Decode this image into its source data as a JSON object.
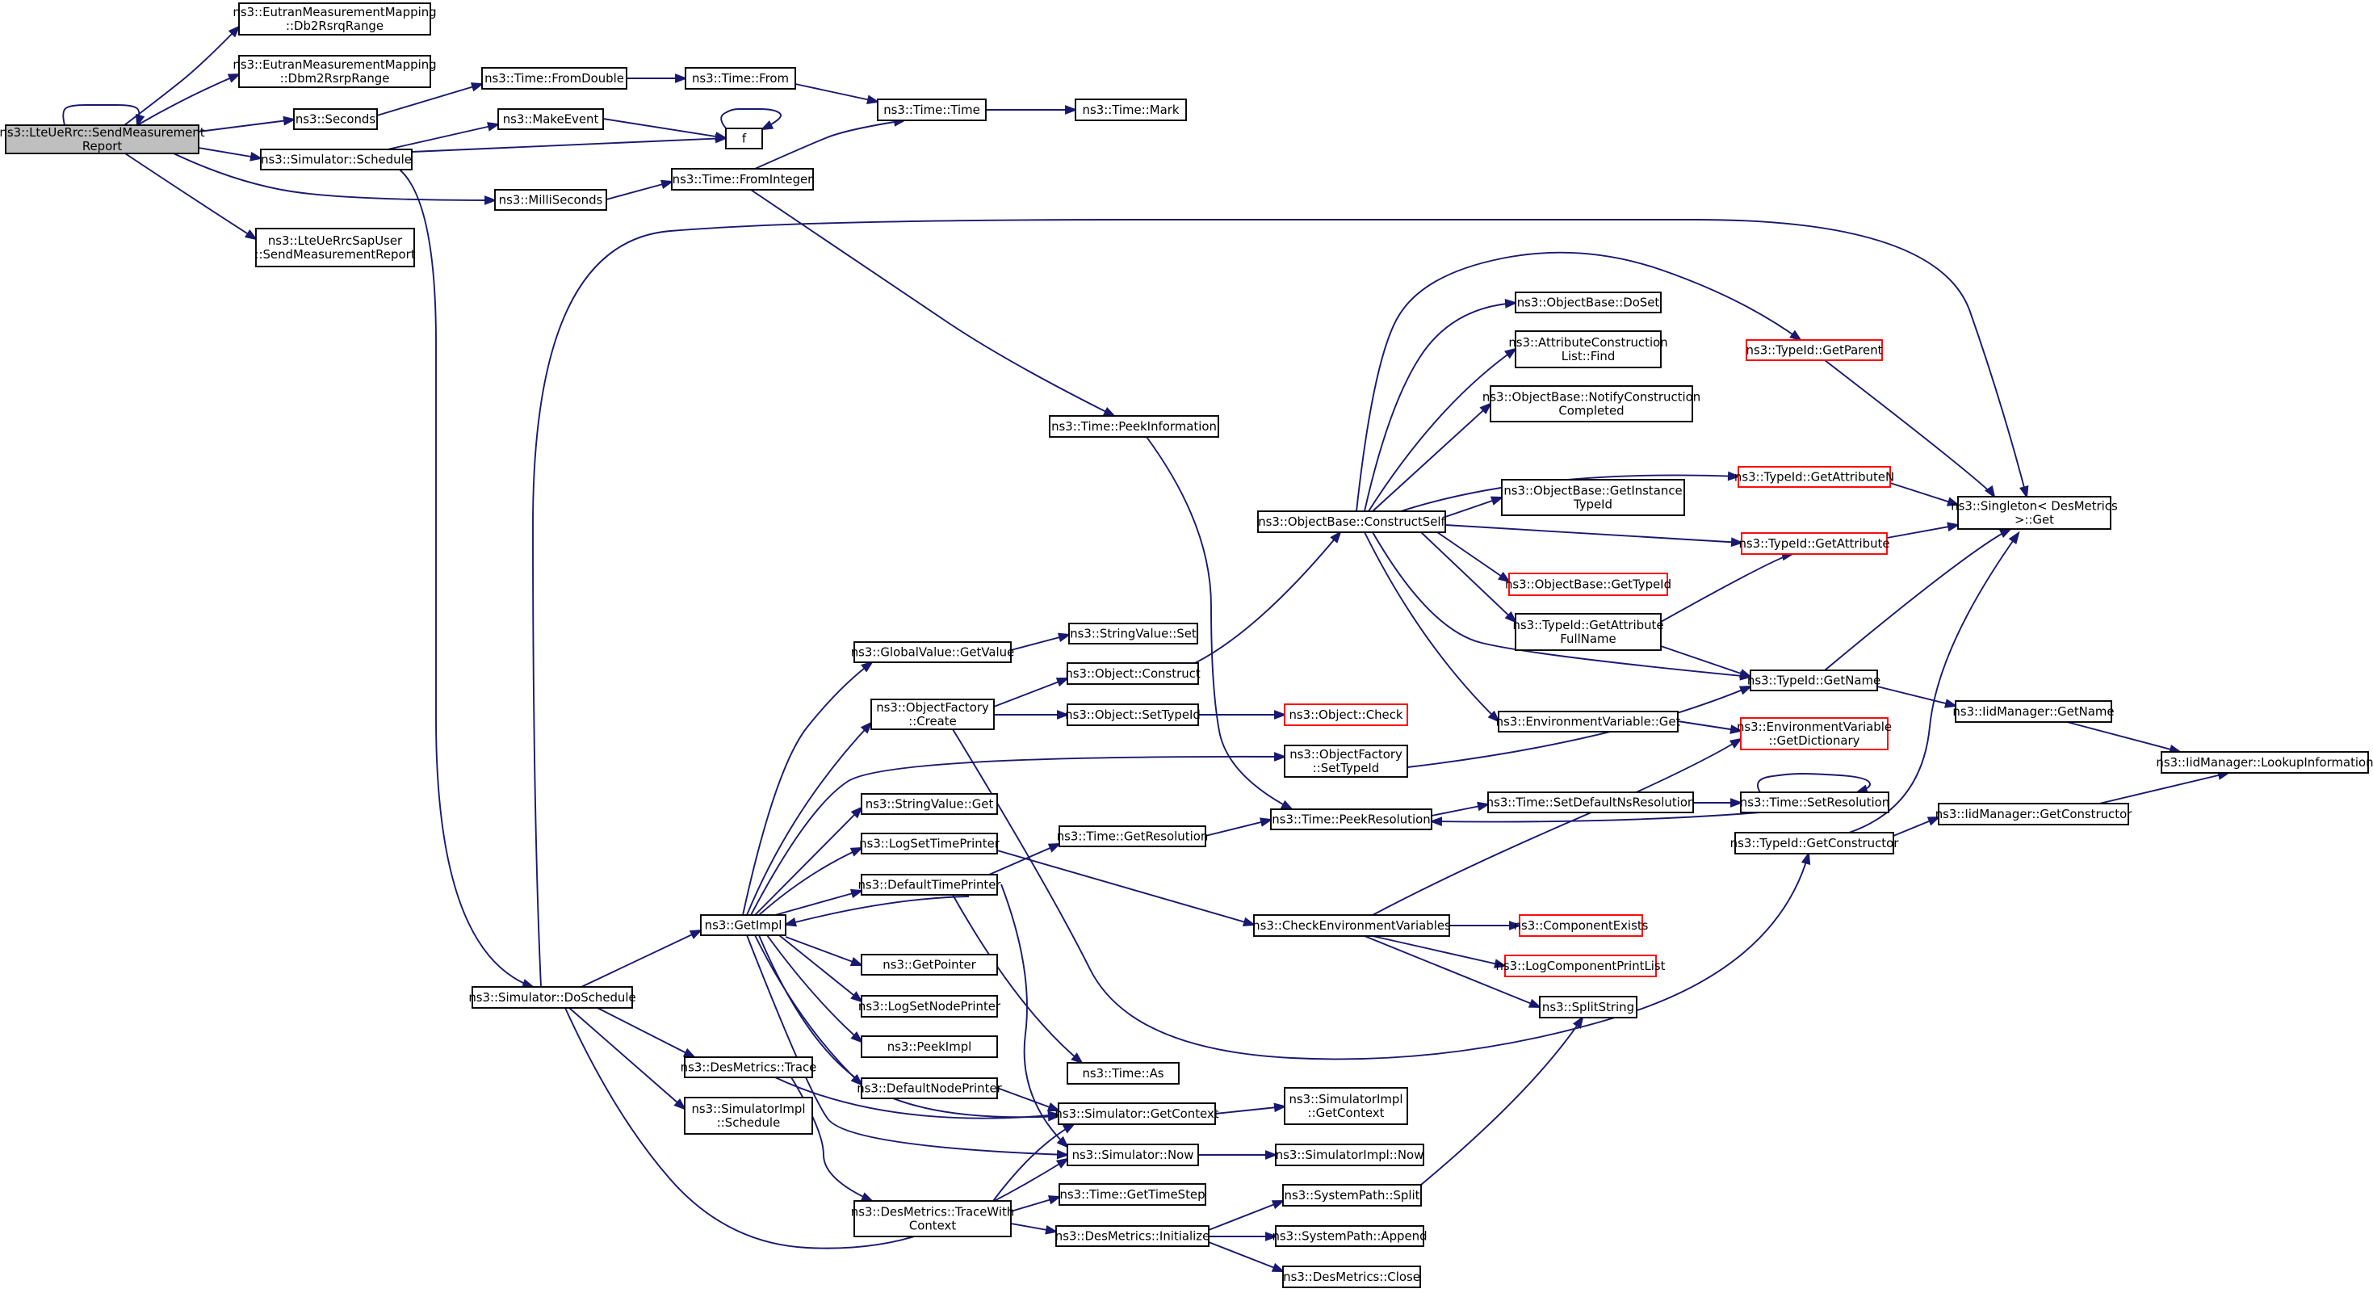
{
  "colors": {
    "edge": "#191970",
    "box_border": "#000000",
    "box_truncated_border": "#ff0000",
    "root_fill": "#bfbfbf",
    "box_fill": "#ffffff",
    "text": "#000000"
  },
  "nodes": [
    {
      "id": "n_root",
      "lines": [
        "ns3::LteUeRrc::SendMeasurement",
        "Report"
      ],
      "kind": "root"
    },
    {
      "id": "n_db2rsrq",
      "lines": [
        "ns3::EutranMeasurementMapping",
        "::Db2RsrqRange"
      ],
      "kind": "normal"
    },
    {
      "id": "n_dbm2rsrp",
      "lines": [
        "ns3::EutranMeasurementMapping",
        "::Dbm2RsrpRange"
      ],
      "kind": "normal"
    },
    {
      "id": "n_seconds",
      "lines": [
        "ns3::Seconds"
      ],
      "kind": "normal"
    },
    {
      "id": "n_schedule",
      "lines": [
        "ns3::Simulator::Schedule"
      ],
      "kind": "normal"
    },
    {
      "id": "n_milliseconds",
      "lines": [
        "ns3::MilliSeconds"
      ],
      "kind": "normal"
    },
    {
      "id": "n_sapuser",
      "lines": [
        "ns3::LteUeRrcSapUser",
        "::SendMeasurementReport"
      ],
      "kind": "normal"
    },
    {
      "id": "n_fromdouble",
      "lines": [
        "ns3::Time::FromDouble"
      ],
      "kind": "normal"
    },
    {
      "id": "n_from",
      "lines": [
        "ns3::Time::From"
      ],
      "kind": "normal"
    },
    {
      "id": "n_time",
      "lines": [
        "ns3::Time::Time"
      ],
      "kind": "normal"
    },
    {
      "id": "n_mark",
      "lines": [
        "ns3::Time::Mark"
      ],
      "kind": "normal"
    },
    {
      "id": "n_makeevent",
      "lines": [
        "ns3::MakeEvent"
      ],
      "kind": "normal"
    },
    {
      "id": "n_f",
      "lines": [
        "f"
      ],
      "kind": "normal"
    },
    {
      "id": "n_frominteger",
      "lines": [
        "ns3::Time::FromInteger"
      ],
      "kind": "normal"
    },
    {
      "id": "n_peekinfo",
      "lines": [
        "ns3::Time::PeekInformation"
      ],
      "kind": "normal"
    },
    {
      "id": "n_doschedule",
      "lines": [
        "ns3::Simulator::DoSchedule"
      ],
      "kind": "normal"
    },
    {
      "id": "n_getimpl",
      "lines": [
        "ns3::GetImpl"
      ],
      "kind": "normal"
    },
    {
      "id": "n_gv_getvalue",
      "lines": [
        "ns3::GlobalValue::GetValue"
      ],
      "kind": "normal"
    },
    {
      "id": "n_sv_set",
      "lines": [
        "ns3::StringValue::Set"
      ],
      "kind": "normal"
    },
    {
      "id": "n_of_create",
      "lines": [
        "ns3::ObjectFactory",
        "::Create"
      ],
      "kind": "normal"
    },
    {
      "id": "n_obj_construct",
      "lines": [
        "ns3::Object::Construct"
      ],
      "kind": "normal"
    },
    {
      "id": "n_obj_settypeid",
      "lines": [
        "ns3::Object::SetTypeId"
      ],
      "kind": "normal"
    },
    {
      "id": "n_obj_check",
      "lines": [
        "ns3::Object::Check"
      ],
      "kind": "truncated"
    },
    {
      "id": "n_of_settypeid",
      "lines": [
        "ns3::ObjectFactory",
        "::SetTypeId"
      ],
      "kind": "normal"
    },
    {
      "id": "n_sv_get",
      "lines": [
        "ns3::StringValue::Get"
      ],
      "kind": "normal"
    },
    {
      "id": "n_logsettime",
      "lines": [
        "ns3::LogSetTimePrinter"
      ],
      "kind": "normal"
    },
    {
      "id": "n_deftimeprinter",
      "lines": [
        "ns3::DefaultTimePrinter"
      ],
      "kind": "normal"
    },
    {
      "id": "n_getpointer",
      "lines": [
        "ns3::GetPointer"
      ],
      "kind": "normal"
    },
    {
      "id": "n_logsetnode",
      "lines": [
        "ns3::LogSetNodePrinter"
      ],
      "kind": "normal"
    },
    {
      "id": "n_peekimpl",
      "lines": [
        "ns3::PeekImpl"
      ],
      "kind": "normal"
    },
    {
      "id": "n_defnodeprinter",
      "lines": [
        "ns3::DefaultNodePrinter"
      ],
      "kind": "normal"
    },
    {
      "id": "n_getresolution",
      "lines": [
        "ns3::Time::GetResolution"
      ],
      "kind": "normal"
    },
    {
      "id": "n_peekresolution",
      "lines": [
        "ns3::Time::PeekResolution"
      ],
      "kind": "normal"
    },
    {
      "id": "n_setdefns",
      "lines": [
        "ns3::Time::SetDefaultNsResolution"
      ],
      "kind": "normal"
    },
    {
      "id": "n_setresolution",
      "lines": [
        "ns3::Time::SetResolution"
      ],
      "kind": "normal"
    },
    {
      "id": "n_checkenv",
      "lines": [
        "ns3::CheckEnvironmentVariables"
      ],
      "kind": "normal"
    },
    {
      "id": "n_compexists",
      "lines": [
        "ns3::ComponentExists"
      ],
      "kind": "truncated"
    },
    {
      "id": "n_logcompprint",
      "lines": [
        "ns3::LogComponentPrintList"
      ],
      "kind": "truncated"
    },
    {
      "id": "n_splitstring",
      "lines": [
        "ns3::SplitString"
      ],
      "kind": "normal"
    },
    {
      "id": "n_time_as",
      "lines": [
        "ns3::Time::As"
      ],
      "kind": "normal"
    },
    {
      "id": "n_getcontext",
      "lines": [
        "ns3::Simulator::GetContext"
      ],
      "kind": "normal"
    },
    {
      "id": "n_simimpl_getcontext",
      "lines": [
        "ns3::SimulatorImpl",
        "::GetContext"
      ],
      "kind": "normal"
    },
    {
      "id": "n_now",
      "lines": [
        "ns3::Simulator::Now"
      ],
      "kind": "normal"
    },
    {
      "id": "n_simimpl_now",
      "lines": [
        "ns3::SimulatorImpl::Now"
      ],
      "kind": "normal"
    },
    {
      "id": "n_desmetrics_trace",
      "lines": [
        "ns3::DesMetrics::Trace"
      ],
      "kind": "normal"
    },
    {
      "id": "n_simimpl_schedule",
      "lines": [
        "ns3::SimulatorImpl",
        "::Schedule"
      ],
      "kind": "normal"
    },
    {
      "id": "n_tracewithcontext",
      "lines": [
        "ns3::DesMetrics::TraceWith",
        "Context"
      ],
      "kind": "normal"
    },
    {
      "id": "n_gettimestep",
      "lines": [
        "ns3::Time::GetTimeStep"
      ],
      "kind": "normal"
    },
    {
      "id": "n_dm_initialize",
      "lines": [
        "ns3::DesMetrics::Initialize"
      ],
      "kind": "normal"
    },
    {
      "id": "n_sp_split",
      "lines": [
        "ns3::SystemPath::Split"
      ],
      "kind": "normal"
    },
    {
      "id": "n_sp_append",
      "lines": [
        "ns3::SystemPath::Append"
      ],
      "kind": "normal"
    },
    {
      "id": "n_dm_close",
      "lines": [
        "ns3::DesMetrics::Close"
      ],
      "kind": "normal"
    },
    {
      "id": "n_constructself",
      "lines": [
        "ns3::ObjectBase::ConstructSelf"
      ],
      "kind": "normal"
    },
    {
      "id": "n_ob_doset",
      "lines": [
        "ns3::ObjectBase::DoSet"
      ],
      "kind": "normal"
    },
    {
      "id": "n_acl_find",
      "lines": [
        "ns3::AttributeConstruction",
        "List::Find"
      ],
      "kind": "normal"
    },
    {
      "id": "n_ob_notify",
      "lines": [
        "ns3::ObjectBase::NotifyConstruction",
        "Completed"
      ],
      "kind": "normal"
    },
    {
      "id": "n_ob_getinstance",
      "lines": [
        "ns3::ObjectBase::GetInstance",
        "TypeId"
      ],
      "kind": "normal"
    },
    {
      "id": "n_ob_gettypeid",
      "lines": [
        "ns3::ObjectBase::GetTypeId"
      ],
      "kind": "truncated"
    },
    {
      "id": "n_tid_getattrfull",
      "lines": [
        "ns3::TypeId::GetAttribute",
        "FullName"
      ],
      "kind": "normal"
    },
    {
      "id": "n_env_get",
      "lines": [
        "ns3::EnvironmentVariable::Get"
      ],
      "kind": "normal"
    },
    {
      "id": "n_tid_getparent",
      "lines": [
        "ns3::TypeId::GetParent"
      ],
      "kind": "truncated"
    },
    {
      "id": "n_tid_getattrn",
      "lines": [
        "ns3::TypeId::GetAttributeN"
      ],
      "kind": "truncated"
    },
    {
      "id": "n_tid_getattr",
      "lines": [
        "ns3::TypeId::GetAttribute"
      ],
      "kind": "truncated"
    },
    {
      "id": "n_tid_getname",
      "lines": [
        "ns3::TypeId::GetName"
      ],
      "kind": "normal"
    },
    {
      "id": "n_env_getdict",
      "lines": [
        "ns3::EnvironmentVariable",
        "::GetDictionary"
      ],
      "kind": "truncated"
    },
    {
      "id": "n_tid_getconstructor",
      "lines": [
        "ns3::TypeId::GetConstructor"
      ],
      "kind": "normal"
    },
    {
      "id": "n_singleton_get",
      "lines": [
        "ns3::Singleton< DesMetrics",
        " >::Get"
      ],
      "kind": "normal"
    },
    {
      "id": "n_iid_getname",
      "lines": [
        "ns3::IidManager::GetName"
      ],
      "kind": "normal"
    },
    {
      "id": "n_iid_getconstructor",
      "lines": [
        "ns3::IidManager::GetConstructor"
      ],
      "kind": "normal"
    },
    {
      "id": "n_iid_lookup",
      "lines": [
        "ns3::IidManager::LookupInformation"
      ],
      "kind": "normal"
    }
  ],
  "edges": [
    [
      "n_root",
      "n_root"
    ],
    [
      "n_root",
      "n_db2rsrq"
    ],
    [
      "n_root",
      "n_dbm2rsrp"
    ],
    [
      "n_root",
      "n_seconds"
    ],
    [
      "n_root",
      "n_schedule"
    ],
    [
      "n_root",
      "n_milliseconds"
    ],
    [
      "n_root",
      "n_sapuser"
    ],
    [
      "n_seconds",
      "n_fromdouble"
    ],
    [
      "n_fromdouble",
      "n_from"
    ],
    [
      "n_from",
      "n_time"
    ],
    [
      "n_time",
      "n_mark"
    ],
    [
      "n_schedule",
      "n_makeevent"
    ],
    [
      "n_schedule",
      "n_f"
    ],
    [
      "n_schedule",
      "n_doschedule"
    ],
    [
      "n_makeevent",
      "n_f"
    ],
    [
      "n_f",
      "n_f"
    ],
    [
      "n_milliseconds",
      "n_frominteger"
    ],
    [
      "n_frominteger",
      "n_time"
    ],
    [
      "n_frominteger",
      "n_peekinfo"
    ],
    [
      "n_peekinfo",
      "n_peekresolution"
    ],
    [
      "n_doschedule",
      "n_singleton_get"
    ],
    [
      "n_doschedule",
      "n_getimpl"
    ],
    [
      "n_doschedule",
      "n_desmetrics_trace"
    ],
    [
      "n_doschedule",
      "n_simimpl_schedule"
    ],
    [
      "n_doschedule",
      "n_now"
    ],
    [
      "n_getimpl",
      "n_gv_getvalue"
    ],
    [
      "n_getimpl",
      "n_of_create"
    ],
    [
      "n_getimpl",
      "n_of_settypeid"
    ],
    [
      "n_getimpl",
      "n_sv_get"
    ],
    [
      "n_getimpl",
      "n_logsettime"
    ],
    [
      "n_getimpl",
      "n_deftimeprinter"
    ],
    [
      "n_getimpl",
      "n_getpointer"
    ],
    [
      "n_getimpl",
      "n_logsetnode"
    ],
    [
      "n_getimpl",
      "n_peekimpl"
    ],
    [
      "n_getimpl",
      "n_defnodeprinter"
    ],
    [
      "n_getimpl",
      "n_getcontext"
    ],
    [
      "n_getimpl",
      "n_now"
    ],
    [
      "n_gv_getvalue",
      "n_sv_set"
    ],
    [
      "n_of_create",
      "n_obj_construct"
    ],
    [
      "n_of_create",
      "n_obj_settypeid"
    ],
    [
      "n_of_create",
      "n_tid_getconstructor"
    ],
    [
      "n_obj_construct",
      "n_constructself"
    ],
    [
      "n_obj_settypeid",
      "n_obj_check"
    ],
    [
      "n_of_settypeid",
      "n_tid_getname"
    ],
    [
      "n_logsettime",
      "n_checkenv"
    ],
    [
      "n_deftimeprinter",
      "n_getresolution"
    ],
    [
      "n_deftimeprinter",
      "n_time_as"
    ],
    [
      "n_deftimeprinter",
      "n_now"
    ],
    [
      "n_deftimeprinter",
      "n_getimpl"
    ],
    [
      "n_defnodeprinter",
      "n_getcontext"
    ],
    [
      "n_getresolution",
      "n_peekresolution"
    ],
    [
      "n_peekresolution",
      "n_setdefns"
    ],
    [
      "n_setdefns",
      "n_setresolution"
    ],
    [
      "n_setresolution",
      "n_setresolution"
    ],
    [
      "n_setresolution",
      "n_peekresolution"
    ],
    [
      "n_checkenv",
      "n_env_getdict"
    ],
    [
      "n_checkenv",
      "n_compexists"
    ],
    [
      "n_checkenv",
      "n_logcompprint"
    ],
    [
      "n_checkenv",
      "n_splitstring"
    ],
    [
      "n_getcontext",
      "n_simimpl_getcontext"
    ],
    [
      "n_now",
      "n_simimpl_now"
    ],
    [
      "n_desmetrics_trace",
      "n_tracewithcontext"
    ],
    [
      "n_desmetrics_trace",
      "n_getcontext"
    ],
    [
      "n_tracewithcontext",
      "n_getcontext"
    ],
    [
      "n_tracewithcontext",
      "n_gettimestep"
    ],
    [
      "n_tracewithcontext",
      "n_dm_initialize"
    ],
    [
      "n_dm_initialize",
      "n_sp_split"
    ],
    [
      "n_dm_initialize",
      "n_sp_append"
    ],
    [
      "n_dm_initialize",
      "n_dm_close"
    ],
    [
      "n_sp_split",
      "n_splitstring"
    ],
    [
      "n_constructself",
      "n_ob_doset"
    ],
    [
      "n_constructself",
      "n_acl_find"
    ],
    [
      "n_constructself",
      "n_ob_notify"
    ],
    [
      "n_constructself",
      "n_ob_getinstance"
    ],
    [
      "n_constructself",
      "n_ob_gettypeid"
    ],
    [
      "n_constructself",
      "n_tid_getattrfull"
    ],
    [
      "n_constructself",
      "n_env_get"
    ],
    [
      "n_constructself",
      "n_tid_getparent"
    ],
    [
      "n_constructself",
      "n_tid_getattrn"
    ],
    [
      "n_constructself",
      "n_tid_getattr"
    ],
    [
      "n_constructself",
      "n_tid_getname"
    ],
    [
      "n_tid_getattrfull",
      "n_tid_getattr"
    ],
    [
      "n_tid_getattrfull",
      "n_tid_getname"
    ],
    [
      "n_env_get",
      "n_env_getdict"
    ],
    [
      "n_tid_getparent",
      "n_singleton_get"
    ],
    [
      "n_tid_getattrn",
      "n_singleton_get"
    ],
    [
      "n_tid_getattr",
      "n_singleton_get"
    ],
    [
      "n_tid_getname",
      "n_singleton_get"
    ],
    [
      "n_tid_getname",
      "n_iid_getname"
    ],
    [
      "n_iid_getname",
      "n_iid_lookup"
    ],
    [
      "n_tid_getconstructor",
      "n_singleton_get"
    ],
    [
      "n_tid_getconstructor",
      "n_iid_getconstructor"
    ],
    [
      "n_iid_getconstructor",
      "n_iid_lookup"
    ]
  ]
}
